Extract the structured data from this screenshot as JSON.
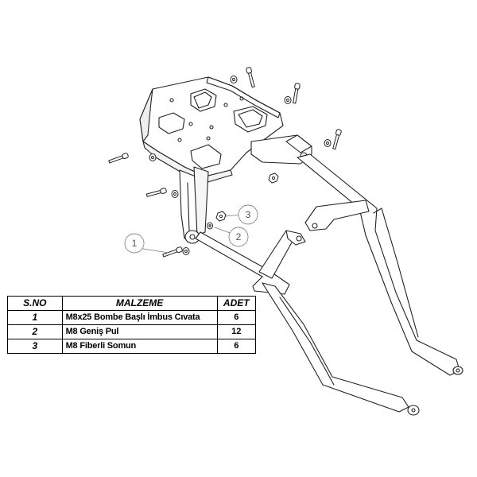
{
  "callouts": [
    {
      "number": "1"
    },
    {
      "number": "2"
    },
    {
      "number": "3"
    }
  ],
  "table": {
    "headers": {
      "no": "S.NO",
      "material": "MALZEME",
      "qty": "ADET"
    },
    "rows": [
      {
        "no": "1",
        "material": "M8x25 Bombe  Başlı İmbus Cıvata",
        "qty": "6"
      },
      {
        "no": "2",
        "material": "M8 Geniş Pul",
        "qty": "12"
      },
      {
        "no": "3",
        "material": "M8 Fiberli Somun",
        "qty": "6"
      }
    ]
  }
}
